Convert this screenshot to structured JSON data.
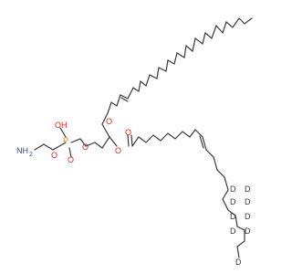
{
  "molecule": {
    "colors": {
      "bond": "#3a3a3a",
      "oxygen": "#e8231e",
      "nitrogen": "#2a3cd8",
      "phosphorus": "#e8891a",
      "carbon_label": "#3a3a3a",
      "deuterium": "#3a3a3a",
      "background": "#ffffff"
    },
    "atom_labels": {
      "amine": "NH",
      "amine_subscript": "2",
      "hydroxyl": "OH",
      "phosphorus": "P",
      "ester_oxygen_left": "O",
      "ester_oxygen_right": "O",
      "phosphoryl_oxygen": "O",
      "ether_oxygen": "O",
      "acyl_oxygen": "O",
      "carbonyl_oxygen": "O",
      "deuterium": "D"
    },
    "deuterium_count": 9
  }
}
